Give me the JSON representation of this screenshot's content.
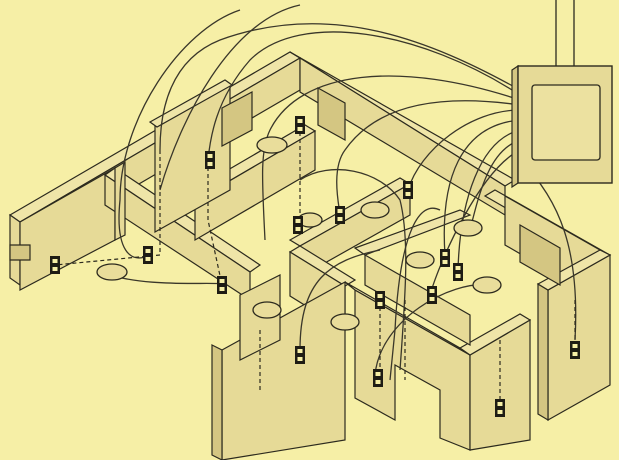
{
  "diagram": {
    "subject": "house-wiring-isometric",
    "colors": {
      "background": "#f6efa6",
      "wall": "#e6da97",
      "wall_shadow": "#d4c682",
      "line": "#2c2a1e"
    },
    "outlet_count": 16,
    "ceiling_fixture_count": 9
  }
}
